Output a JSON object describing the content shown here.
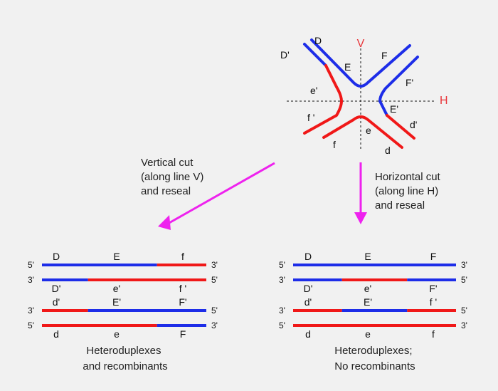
{
  "colors": {
    "blue": "#1d2de8",
    "red": "#f01818",
    "magenta": "#ee22ee",
    "axis_label": "#e8363a"
  },
  "junction": {
    "axis_v": "V",
    "axis_h": "H",
    "labels": {
      "D": "D",
      "D_prime": "D'",
      "E": "E",
      "F": "F",
      "F_prime": "F'",
      "e_prime": "e'",
      "f_prime": "f '",
      "E_prime": "E'",
      "d_prime": "d'",
      "e": "e",
      "f": "f",
      "d": "d"
    }
  },
  "cuts": {
    "vertical": [
      "Vertical cut",
      "(along line V)",
      "and reseal"
    ],
    "horizontal": [
      "Horizontal cut",
      "(along line H)",
      "and reseal"
    ]
  },
  "left_product": {
    "strands": [
      {
        "end_left": "5'",
        "end_right": "3'",
        "labels": [
          "D",
          "E",
          "f"
        ],
        "label_pos": "above",
        "segments": [
          {
            "color": "blue",
            "frac": 0.7
          },
          {
            "color": "red",
            "frac": 0.3
          }
        ]
      },
      {
        "end_left": "3'",
        "end_right": "5'",
        "labels": [
          "D'",
          "e'",
          "f '"
        ],
        "label_pos": "below",
        "segments": [
          {
            "color": "blue",
            "frac": 0.28
          },
          {
            "color": "red",
            "frac": 0.72
          }
        ]
      },
      {
        "end_left": "3'",
        "end_right": "5'",
        "labels": [
          "d'",
          "E'",
          "F'"
        ],
        "label_pos": "above",
        "segments": [
          {
            "color": "red",
            "frac": 0.28
          },
          {
            "color": "blue",
            "frac": 0.72
          }
        ]
      },
      {
        "end_left": "5'",
        "end_right": "3'",
        "labels": [
          "d",
          "e",
          "F"
        ],
        "label_pos": "below",
        "segments": [
          {
            "color": "red",
            "frac": 0.7
          },
          {
            "color": "blue",
            "frac": 0.3
          }
        ]
      }
    ],
    "caption": [
      "Heteroduplexes",
      "and recombinants"
    ]
  },
  "right_product": {
    "strands": [
      {
        "end_left": "5'",
        "end_right": "3'",
        "labels": [
          "D",
          "E",
          "F"
        ],
        "label_pos": "above",
        "segments": [
          {
            "color": "blue",
            "frac": 1
          }
        ]
      },
      {
        "end_left": "3'",
        "end_right": "5'",
        "labels": [
          "D'",
          "e'",
          "F'"
        ],
        "label_pos": "below",
        "segments": [
          {
            "color": "blue",
            "frac": 0.3
          },
          {
            "color": "red",
            "frac": 0.4
          },
          {
            "color": "blue",
            "frac": 0.3
          }
        ]
      },
      {
        "end_left": "3'",
        "end_right": "5'",
        "labels": [
          "d'",
          "E'",
          "f '"
        ],
        "label_pos": "above",
        "segments": [
          {
            "color": "red",
            "frac": 0.3
          },
          {
            "color": "blue",
            "frac": 0.4
          },
          {
            "color": "red",
            "frac": 0.3
          }
        ]
      },
      {
        "end_left": "5'",
        "end_right": "3'",
        "labels": [
          "d",
          "e",
          "f"
        ],
        "label_pos": "below",
        "segments": [
          {
            "color": "red",
            "frac": 1
          }
        ]
      }
    ],
    "caption": [
      "Heteroduplexes;",
      "No recombinants"
    ]
  }
}
